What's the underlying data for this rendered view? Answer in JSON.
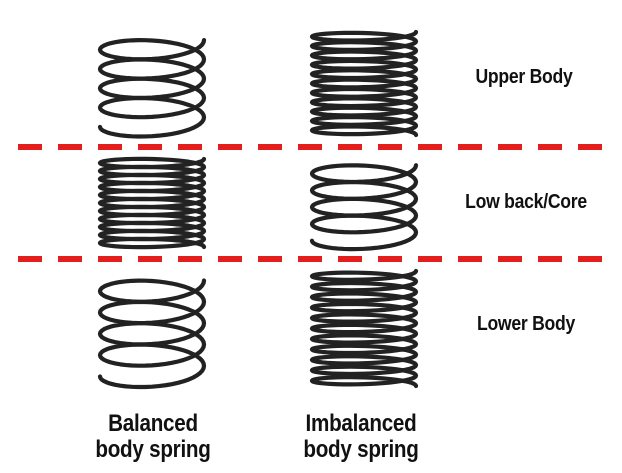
{
  "colors": {
    "divider": "#e41d1d",
    "spring": "#222222",
    "background": "#ffffff"
  },
  "regions": {
    "upper": "Upper Body",
    "core": "Low back/Core",
    "lower": "Lower Body"
  },
  "springs": [
    {
      "caption_line1": "Balanced",
      "caption_line2": "body spring",
      "sections": [
        {
          "region": "upper",
          "coils": 4.5,
          "tightness": "loose"
        },
        {
          "region": "core",
          "coils": 11,
          "tightness": "tight"
        },
        {
          "region": "lower",
          "coils": 4.5,
          "tightness": "loose"
        }
      ]
    },
    {
      "caption_line1": "Imbalanced",
      "caption_line2": "body spring",
      "sections": [
        {
          "region": "upper",
          "coils": 11,
          "tightness": "tight"
        },
        {
          "region": "core",
          "coils": 4.5,
          "tightness": "loose"
        },
        {
          "region": "lower",
          "coils": 11,
          "tightness": "tight"
        }
      ]
    }
  ]
}
